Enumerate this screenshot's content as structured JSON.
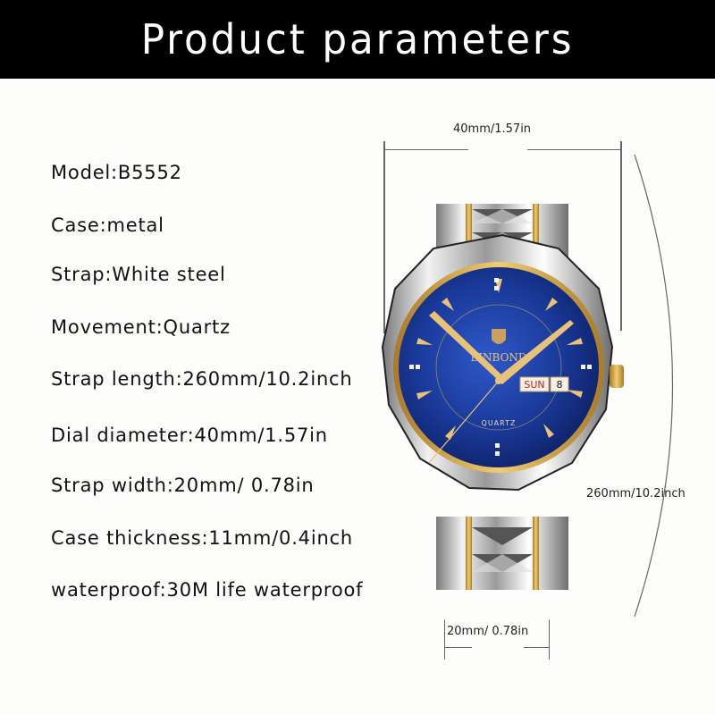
{
  "header": {
    "title": "Product parameters"
  },
  "specs": [
    {
      "label": "Model",
      "value": "B5552",
      "text": "Model:B5552"
    },
    {
      "label": "Case",
      "value": "metal",
      "text": "Case:metal"
    },
    {
      "label": "Strap",
      "value": "White steel",
      "text": "Strap:White steel"
    },
    {
      "label": "Movement",
      "value": "Quartz",
      "text": "Movement:Quartz"
    },
    {
      "label": "Strap length",
      "value": "260mm/10.2inch",
      "text": "Strap length:260mm/10.2inch"
    },
    {
      "label": "Dial diameter",
      "value": "40mm/1.57in",
      "text": "Dial diameter:40mm/1.57in"
    },
    {
      "label": "Strap width",
      "value": "20mm/ 0.78in",
      "text": "Strap width:20mm/ 0.78in"
    },
    {
      "label": "Case thickness",
      "value": "11mm/0.4inch",
      "text": "Case thickness:11mm/0.4inch"
    },
    {
      "label": "waterproof",
      "value": "30M life waterproof",
      "text": "waterproof:30M life waterproof"
    }
  ],
  "dimensions": {
    "dial_width": "40mm/1.57in",
    "strap_length": "260mm/10.2inch",
    "strap_width": "20mm/ 0.78in"
  },
  "watch": {
    "brand": "BINBOND",
    "dial_text": "QUARTZ",
    "day": "SUN",
    "date": "8",
    "colors": {
      "dial": "#1a3a9a",
      "gold": "#d4a84a",
      "steel": "#c8c8c8"
    }
  }
}
